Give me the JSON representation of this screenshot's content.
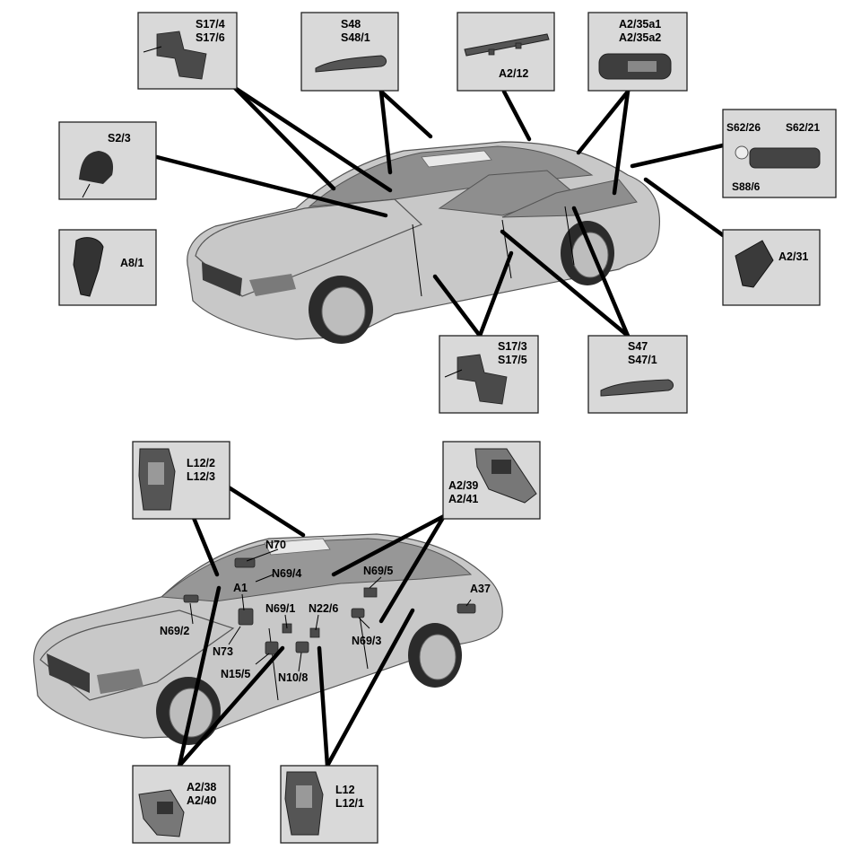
{
  "top_view": {
    "callouts": [
      {
        "id": "s17_4",
        "lines": [
          "S17/4",
          "S17/6"
        ]
      },
      {
        "id": "s48",
        "lines": [
          "S48",
          "S48/1"
        ]
      },
      {
        "id": "a2_12",
        "lines": [
          "A2/12"
        ]
      },
      {
        "id": "a2_35",
        "lines": [
          "A2/35a1",
          "A2/35a2"
        ]
      },
      {
        "id": "s2_3",
        "lines": [
          "S2/3"
        ]
      },
      {
        "id": "s62",
        "lines": [
          "S62/26",
          "S62/21",
          "S88/6"
        ]
      },
      {
        "id": "a8_1",
        "lines": [
          "A8/1"
        ]
      },
      {
        "id": "a2_31",
        "lines": [
          "A2/31"
        ]
      },
      {
        "id": "s17_3",
        "lines": [
          "S17/3",
          "S17/5"
        ]
      },
      {
        "id": "s47",
        "lines": [
          "S47",
          "S47/1"
        ]
      }
    ]
  },
  "bottom_view": {
    "callouts": [
      {
        "id": "l12_2",
        "lines": [
          "L12/2",
          "L12/3"
        ]
      },
      {
        "id": "a2_39",
        "lines": [
          "A2/39",
          "A2/41"
        ]
      },
      {
        "id": "a2_38",
        "lines": [
          "A2/38",
          "A2/40"
        ]
      },
      {
        "id": "l12",
        "lines": [
          "L12",
          "L12/1"
        ]
      }
    ],
    "component_labels": [
      "N70",
      "N69/4",
      "N69/5",
      "A1",
      "A37",
      "N69/1",
      "N22/6",
      "N69/2",
      "N73",
      "N69/3",
      "N15/5",
      "N10/8"
    ]
  }
}
